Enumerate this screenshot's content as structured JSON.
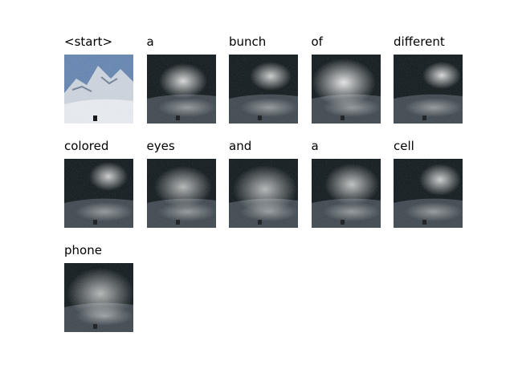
{
  "words": [
    "<start>",
    "a",
    "bunch",
    "of",
    "different",
    "colored",
    "eyes",
    "and",
    "a",
    "cell",
    "phone"
  ],
  "colors": {
    "background": "#ffffff",
    "dark": "#0b1418",
    "sky": "#1c2830",
    "blob": "#ffffff",
    "snow": "#cfd8e3"
  }
}
